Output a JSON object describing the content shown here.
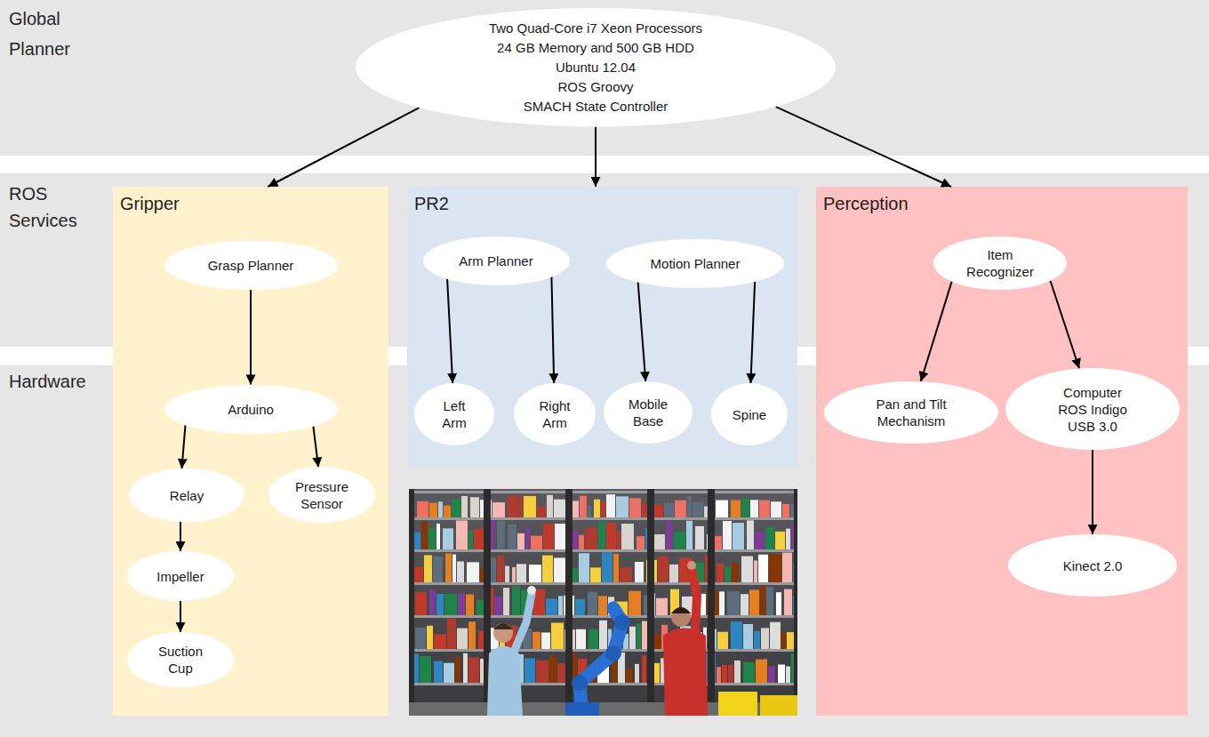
{
  "diagram": {
    "nodes": [
      {
        "text": [
          "Two Quad-Core i7 Xeon Processors",
          "24 GB Memory and 500 GB HDD",
          "Ubuntu 12.04",
          "ROS Groovy",
          "SMACH State Controller"
        ]
      },
      {
        "text": [
          "Gripper"
        ]
      },
      {
        "text": [
          "Grasp Planner"
        ],
        "in": 1
      },
      {
        "text": [
          "Arduino"
        ],
        "in": 1
      },
      {
        "text": [
          "Relay"
        ],
        "in": 1
      },
      {
        "text": [
          "Pressure Sensor"
        ],
        "in": 1
      },
      {
        "text": [
          "Impeller"
        ],
        "in": 1
      },
      {
        "text": [
          "Suction Cup"
        ],
        "in": 1
      },
      {
        "text": [
          "PR2"
        ]
      },
      {
        "text": [
          "Arm Planner"
        ],
        "in": 8
      },
      {
        "text": [
          "Motion Planner"
        ],
        "in": 8
      },
      {
        "text": [
          "Left Arm"
        ],
        "in": 8
      },
      {
        "text": [
          "Right Arm"
        ],
        "in": 8
      },
      {
        "text": [
          "Mobile Base"
        ],
        "in": 8
      },
      {
        "text": [
          "Spine"
        ],
        "in": 8
      },
      {
        "text": [
          "Perception"
        ]
      },
      {
        "text": [
          "Item Recognizer"
        ],
        "in": 15
      },
      {
        "text": [
          "Pan and Tilt Mechanism"
        ],
        "in": 15
      },
      {
        "text": [
          "Computer",
          "ROS Indigo",
          "USB 3.0"
        ],
        "in": 15
      },
      {
        "text": [
          "Kinect 2.0"
        ],
        "in": 15
      }
    ],
    "edges": [
      {
        "from": 0,
        "to": 1,
        "arrow": "to"
      },
      {
        "from": 0,
        "to": 8,
        "arrow": "to"
      },
      {
        "from": 0,
        "to": 15,
        "arrow": "to"
      },
      {
        "from": 2,
        "to": 3,
        "arrow": "to"
      },
      {
        "from": 3,
        "to": 4,
        "arrow": "to"
      },
      {
        "from": 3,
        "to": 5,
        "arrow": "to"
      },
      {
        "from": 4,
        "to": 6,
        "arrow": "to"
      },
      {
        "from": 6,
        "to": 7,
        "arrow": "to"
      },
      {
        "from": 9,
        "to": 11,
        "arrow": "to"
      },
      {
        "from": 9,
        "to": 12,
        "arrow": "to"
      },
      {
        "from": 10,
        "to": 13,
        "arrow": "to"
      },
      {
        "from": 10,
        "to": 14,
        "arrow": "to"
      },
      {
        "from": 16,
        "to": 17,
        "arrow": "to"
      },
      {
        "from": 16,
        "to": 18,
        "arrow": "to"
      },
      {
        "from": 18,
        "to": 19,
        "arrow": "to"
      }
    ],
    "labels": [
      "Global Planner",
      "ROS Services",
      "Hardware"
    ]
  }
}
